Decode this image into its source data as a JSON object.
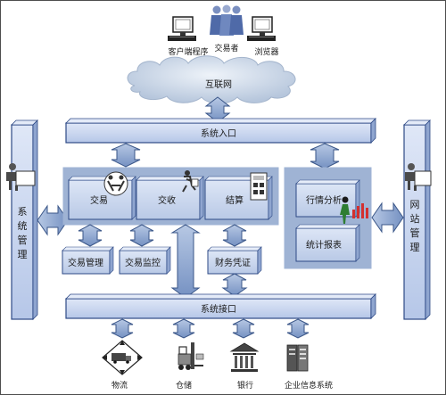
{
  "top": {
    "client_label": "客户端程序",
    "trader_label": "交易者",
    "browser_label": "浏览器",
    "internet_label": "互联网"
  },
  "bars": {
    "entry_label": "系统入口",
    "interface_label": "系统接口"
  },
  "side": {
    "left_chars": [
      "系",
      "统",
      "管",
      "理"
    ],
    "right_chars": [
      "网",
      "站",
      "管",
      "理"
    ]
  },
  "center": {
    "trade": "交易",
    "delivery": "交收",
    "settlement": "结算",
    "trade_mgmt": "交易管理",
    "trade_monitor": "交易监控",
    "finance_voucher": "财务凭证"
  },
  "right_panel": {
    "market_analysis": "行情分析",
    "stats_report": "统计报表"
  },
  "bottom": {
    "logistics": "物流",
    "warehouse": "仓储",
    "bank": "银行",
    "enterprise_info": "企业信息系统"
  },
  "colors": {
    "bar_fill": "#c8d5f0",
    "bar_stroke": "#2e4a86",
    "panel_fill": "#9fb3d4",
    "arrow_fill": "#8ea7cf",
    "arrow_stroke": "#3a5688",
    "cloud_fill": "#c9d6e6"
  }
}
